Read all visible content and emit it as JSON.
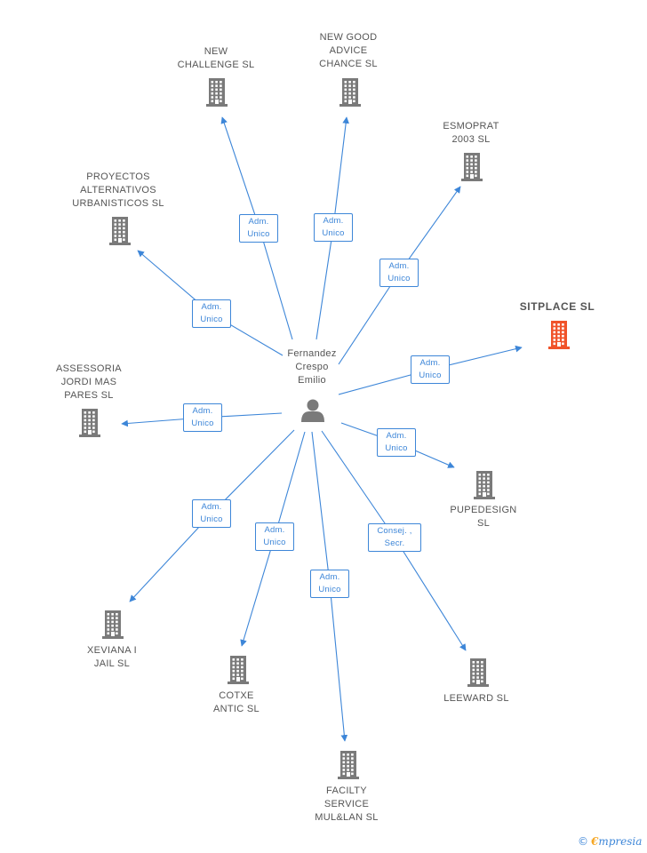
{
  "center": {
    "name": "Fernandez\nCrespo\nEmilio",
    "icon": "person-icon"
  },
  "companies": [
    {
      "id": "new-challenge",
      "name": "NEW\nCHALLENGE SL",
      "icon": "building-icon"
    },
    {
      "id": "new-good-advice",
      "name": "NEW GOOD\nADVICE\nCHANCE SL",
      "icon": "building-icon"
    },
    {
      "id": "esmoprat",
      "name": "ESMOPRAT\n2003 SL",
      "icon": "building-icon"
    },
    {
      "id": "proyectos",
      "name": "PROYECTOS\nALTERNATIVOS\nURBANISTICOS SL",
      "icon": "building-icon"
    },
    {
      "id": "sitplace",
      "name": "SITPLACE SL",
      "icon": "building-icon",
      "highlight": true
    },
    {
      "id": "assessoria",
      "name": "ASSESSORIA\nJORDI MAS\nPARES SL",
      "icon": "building-icon"
    },
    {
      "id": "pupedesign",
      "name": "PUPEDESIGN\nSL",
      "icon": "building-icon"
    },
    {
      "id": "xeviana",
      "name": "XEVIANA I\nJAIL SL",
      "icon": "building-icon"
    },
    {
      "id": "cotxe",
      "name": "COTXE\nANTIC SL",
      "icon": "building-icon"
    },
    {
      "id": "leeward",
      "name": "LEEWARD SL",
      "icon": "building-icon"
    },
    {
      "id": "facilty",
      "name": "FACILTY\nSERVICE\nMUL&LAN SL",
      "icon": "building-icon"
    }
  ],
  "edges": [
    {
      "to": "new-challenge",
      "role": "Adm.\nUnico"
    },
    {
      "to": "new-good-advice",
      "role": "Adm.\nUnico"
    },
    {
      "to": "esmoprat",
      "role": "Adm.\nUnico"
    },
    {
      "to": "proyectos",
      "role": "Adm.\nUnico"
    },
    {
      "to": "sitplace",
      "role": "Adm.\nUnico"
    },
    {
      "to": "assessoria",
      "role": "Adm.\nUnico"
    },
    {
      "to": "pupedesign",
      "role": "Adm.\nUnico"
    },
    {
      "to": "xeviana",
      "role": "Adm.\nUnico"
    },
    {
      "to": "cotxe",
      "role": "Adm.\nUnico"
    },
    {
      "to": "facilty",
      "role": "Adm.\nUnico"
    },
    {
      "to": "leeward",
      "role": "Consej. ,\nSecr."
    }
  ],
  "colors": {
    "edge": "#3d86d8",
    "building": "#7a7a7a",
    "building_highlight": "#f0532a",
    "person": "#7a7a7a",
    "text": "#555555"
  },
  "watermark": {
    "symbol": "©",
    "initial": "€",
    "rest": "mpresia"
  }
}
